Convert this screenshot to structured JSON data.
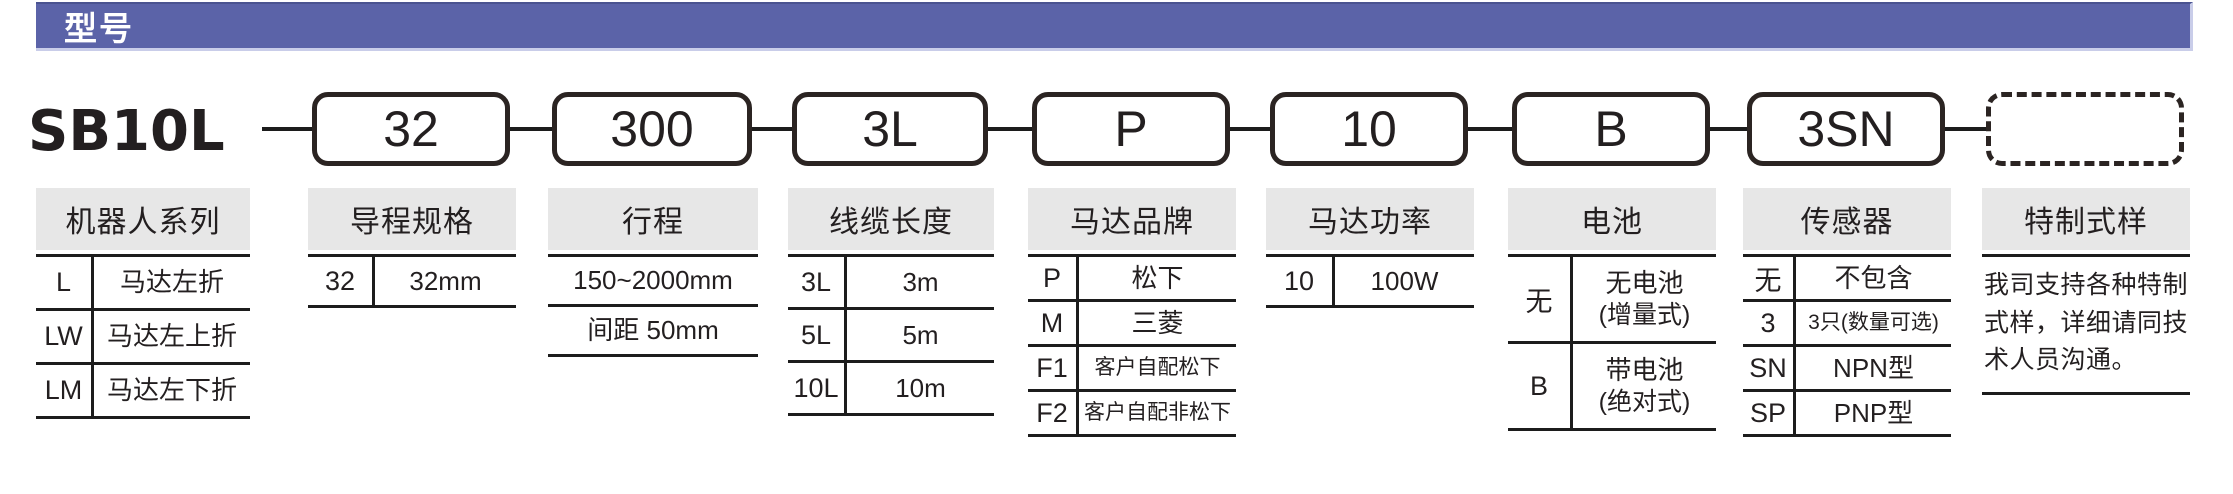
{
  "title_bar": {
    "title": "型号"
  },
  "model": {
    "base": "SB10L",
    "segments": [
      "32",
      "300",
      "3L",
      "P",
      "10",
      "B",
      "3SN",
      ""
    ]
  },
  "columns": [
    {
      "header": "机器人系列",
      "rows": [
        {
          "code": "L",
          "desc": "马达左折"
        },
        {
          "code": "LW",
          "desc": "马达左上折"
        },
        {
          "code": "LM",
          "desc": "马达左下折"
        }
      ]
    },
    {
      "header": "导程规格",
      "rows": [
        {
          "code": "32",
          "desc": "32mm"
        }
      ]
    },
    {
      "header": "行程",
      "rows": [
        {
          "desc": "150~2000mm"
        },
        {
          "desc": "间距 50mm"
        }
      ]
    },
    {
      "header": "线缆长度",
      "rows": [
        {
          "code": "3L",
          "desc": "3m"
        },
        {
          "code": "5L",
          "desc": "5m"
        },
        {
          "code": "10L",
          "desc": "10m"
        }
      ]
    },
    {
      "header": "马达品牌",
      "rows": [
        {
          "code": "P",
          "desc": "松下"
        },
        {
          "code": "M",
          "desc": "三菱"
        },
        {
          "code": "F1",
          "desc": "客户自配松下"
        },
        {
          "code": "F2",
          "desc": "客户自配非松下"
        }
      ]
    },
    {
      "header": "马达功率",
      "rows": [
        {
          "code": "10",
          "desc": "100W"
        }
      ]
    },
    {
      "header": "电池",
      "rows": [
        {
          "code": "无",
          "desc": "无电池",
          "desc2": "(增量式)"
        },
        {
          "code": "B",
          "desc": "带电池",
          "desc2": "(绝对式)"
        }
      ]
    },
    {
      "header": "传感器",
      "rows": [
        {
          "code": "无",
          "desc": "不包含"
        },
        {
          "code": "3",
          "desc": "3只(数量可选)"
        },
        {
          "code": "SN",
          "desc": "NPN型"
        },
        {
          "code": "SP",
          "desc": "PNP型"
        }
      ]
    },
    {
      "header": "特制式样",
      "note": "我司支持各种特制式样，详细请同技术人员沟通。"
    }
  ],
  "colors": {
    "title_bar_bg": "#5b63a8",
    "title_bar_edge": "#c9cde9",
    "category_header_bg": "#e7e7e7",
    "rule_line": "#1c1c1c",
    "box_border": "#2b2422"
  }
}
